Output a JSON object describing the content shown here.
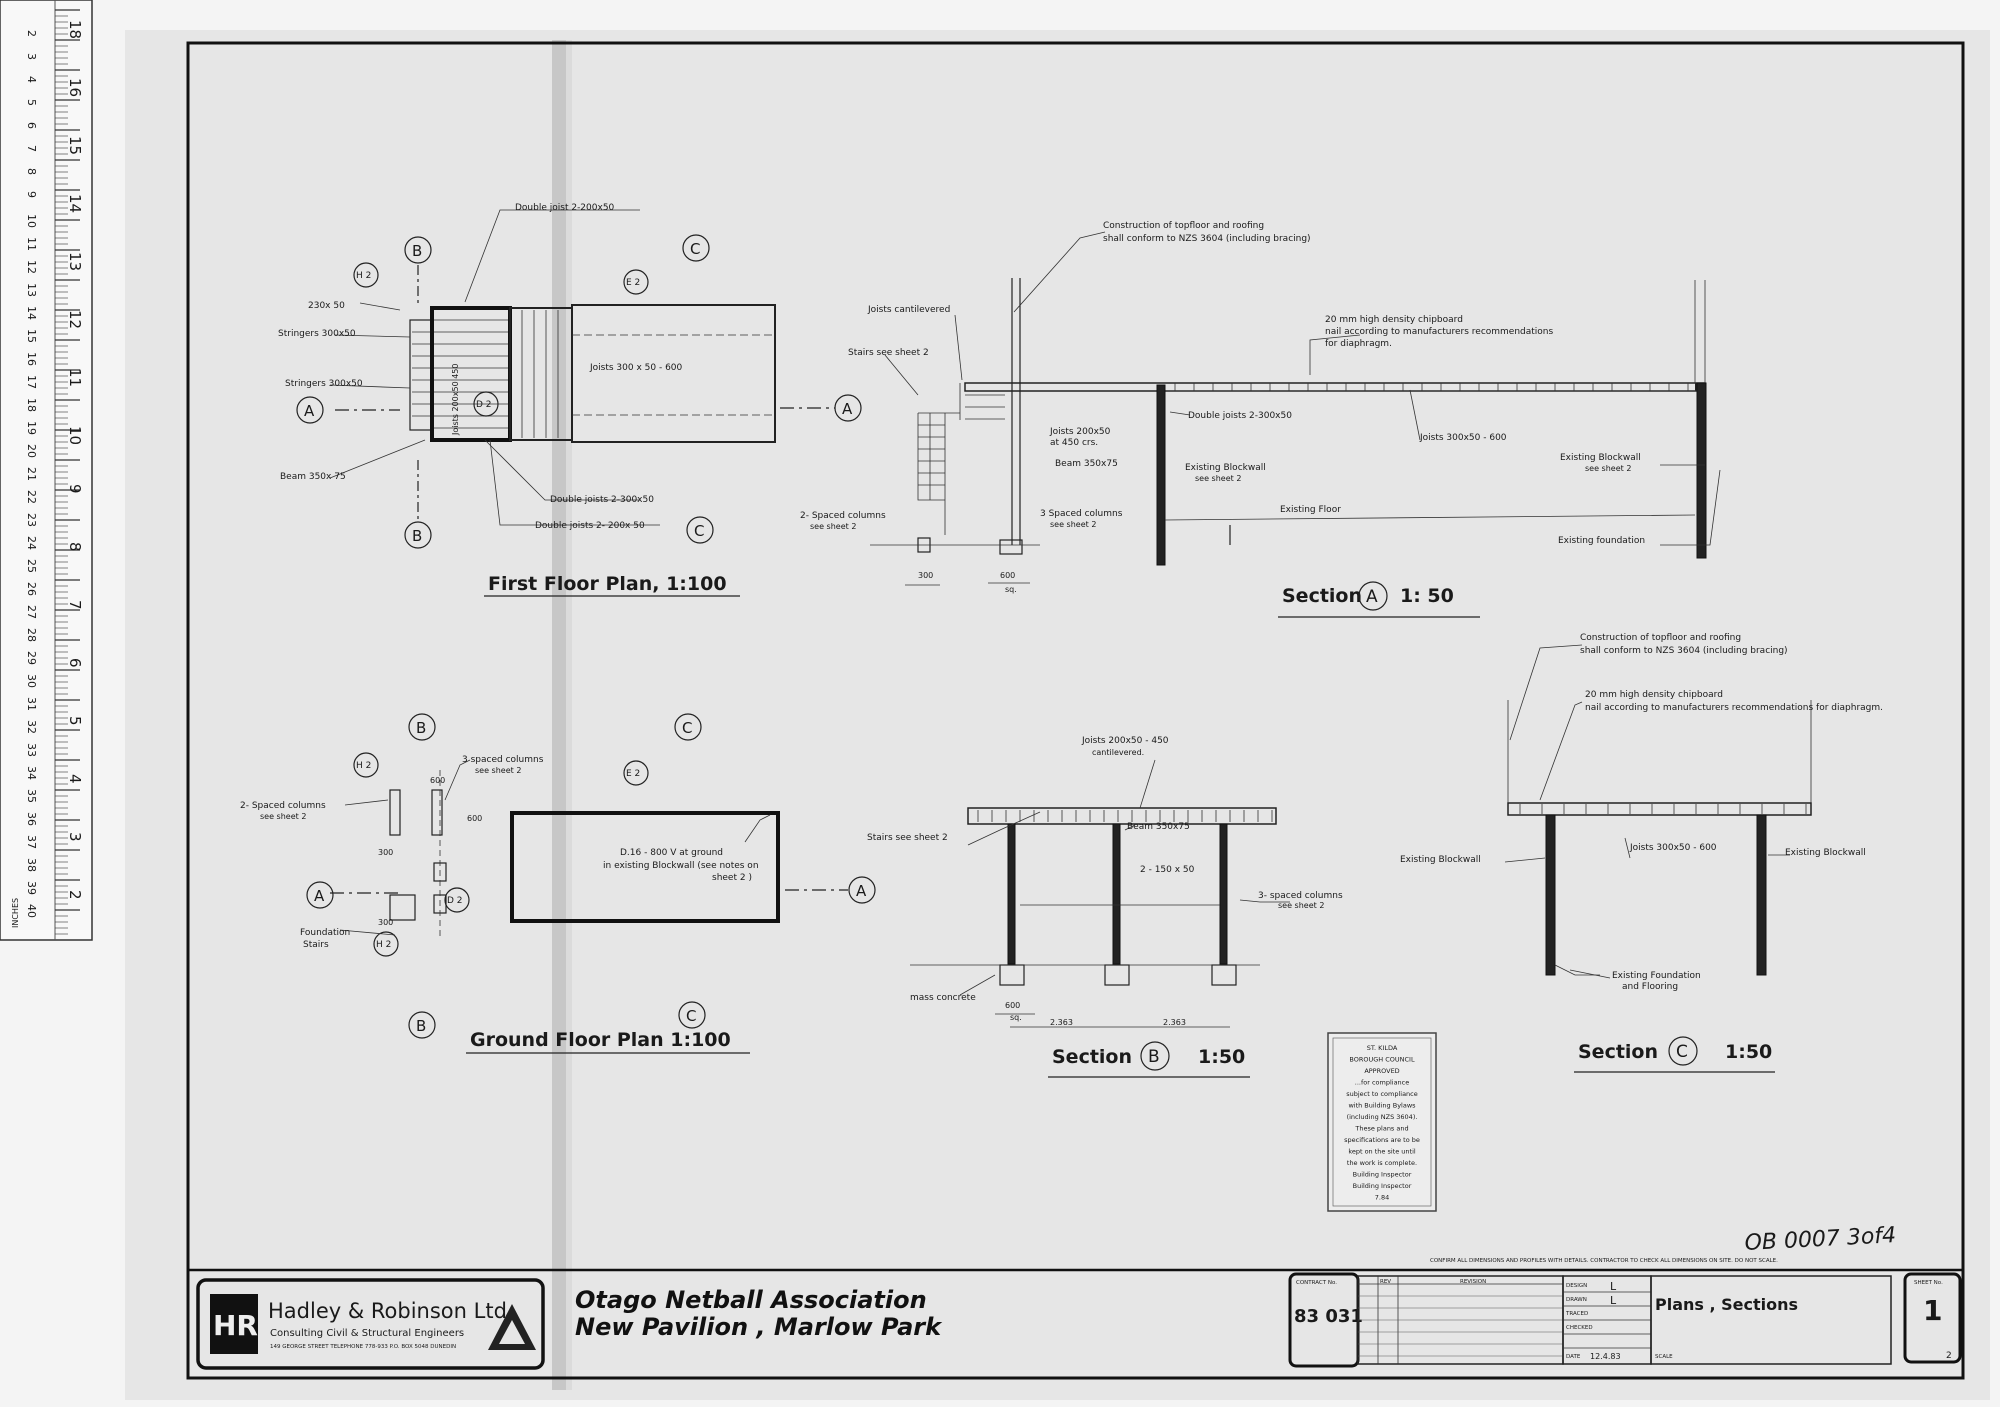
{
  "ruler": {
    "cm_labels": [
      "18",
      "16",
      "15",
      "14",
      "13",
      "12",
      "11",
      "10",
      "9",
      "8",
      "7",
      "6",
      "5",
      "4",
      "3",
      "2"
    ],
    "mm_labels": [
      "2",
      "3",
      "4",
      "5",
      "6",
      "7",
      "8",
      "9",
      "10",
      "11",
      "12",
      "13",
      "14",
      "15",
      "16",
      "17",
      "18",
      "19",
      "20",
      "21",
      "22",
      "23",
      "24",
      "25",
      "26",
      "27",
      "28",
      "29",
      "30",
      "31",
      "32",
      "33",
      "34",
      "35",
      "36",
      "37",
      "38",
      "39",
      "40"
    ],
    "unit_label": "INCHES"
  },
  "first_floor_plan": {
    "title": "First Floor Plan, 1:100",
    "labels": {
      "double_joist_top": "Double joist 2-200x50",
      "size_230": "230x 50",
      "stringers_1": "Stringers 300x50",
      "stringers_2": "Stringers 300x50",
      "beam": "Beam 350x 75",
      "joists": "Joists 300 x 50 - 600",
      "joists_vertical": "Joists 200x50 450",
      "double_joists_1": "Double joists 2-300x50",
      "double_joists_2": "Double joists 2- 200x 50"
    },
    "markers": {
      "a": "A",
      "b": "B",
      "c": "C",
      "h2": "H 2",
      "e2": "E 2",
      "d2": "D 2"
    }
  },
  "section_a": {
    "title": "Section",
    "marker": "A",
    "scale": "1: 50",
    "labels": {
      "construction_1": "Construction of topfloor and roofing",
      "construction_2": "shall conform to NZS 3604 (including bracing)",
      "chipboard_1": "20 mm high density chipboard",
      "chipboard_2": "nail according to manufacturers recommendations",
      "chipboard_3": "for diaphragm.",
      "joists_cantilevered": "Joists cantilevered",
      "stairs": "Stairs see sheet 2",
      "joists_200": "Joists 200x50",
      "at_450": "at 450 crs.",
      "beam": "Beam 350x75",
      "double_joists": "Double joists 2-300x50",
      "joists_300": "Joists 300x50 - 600",
      "existing_blockwall_1": "Existing Blockwall",
      "see_sheet_1": "see sheet 2",
      "existing_blockwall_2": "Existing Blockwall",
      "see_sheet_2": "see sheet 2",
      "existing_floor": "Existing Floor",
      "existing_foundation": "Existing foundation",
      "spaced_columns_1": "2- Spaced columns",
      "spaced_columns_1b": "see sheet 2",
      "spaced_columns_2": "3 Spaced columns",
      "spaced_columns_2b": "see sheet 2",
      "dim_300": "300",
      "dim_600": "600",
      "dim_sq": "sq."
    }
  },
  "ground_floor_plan": {
    "title": "Ground Floor Plan 1:100",
    "labels": {
      "spaced_columns_3": "3 spaced columns",
      "see_sheet_3": "see sheet 2",
      "spaced_columns_2": "2- Spaced columns",
      "see_sheet_2": "see sheet 2",
      "dim_600a": "600",
      "dim_600b": "600",
      "dim_300a": "300",
      "dim_300b": "300",
      "foundation": "Foundation",
      "stairs": "Stairs",
      "note_1": "D.16 - 800 V at ground",
      "note_2": "in existing Blockwall (see notes on",
      "note_3": "sheet 2 )"
    },
    "markers": {
      "a": "A",
      "b": "B",
      "c": "C",
      "h2": "H 2",
      "e2": "E 2",
      "d2": "D 2"
    }
  },
  "section_b": {
    "title": "Section",
    "marker": "B",
    "scale": "1:50",
    "labels": {
      "joists": "Joists 200x50 - 450",
      "cantilevered": "cantilevered.",
      "stairs": "Stairs see sheet 2",
      "beam": "Beam 350x75",
      "members": "2 - 150 x 50",
      "spaced_columns": "3- spaced columns",
      "see_sheet": "see sheet 2",
      "mass_concrete": "mass concrete",
      "dim_600": "600",
      "dim_sq": "sq.",
      "dim_2363a": "2.363",
      "dim_2363b": "2.363"
    }
  },
  "section_c": {
    "title": "Section",
    "marker": "C",
    "scale": "1:50",
    "labels": {
      "construction_1": "Construction of topfloor and roofing",
      "construction_2": "shall conform to NZS 3604 (including bracing)",
      "chipboard_1": "20 mm high density chipboard",
      "chipboard_2": "nail according to manufacturers recommendations for diaphragm.",
      "joists": "Joists 300x50 - 600",
      "existing_blockwall_l": "Existing Blockwall",
      "existing_blockwall_r": "Existing Blockwall",
      "foundation_1": "Existing Foundation",
      "foundation_2": "and Flooring"
    }
  },
  "stamp": {
    "lines": [
      "ST. KILDA",
      "BOROUGH COUNCIL",
      "APPROVED",
      "...for compliance",
      "subject to compliance",
      "with Building Bylaws",
      "(including NZS 3604).",
      "These plans and",
      "specifications are to be",
      "kept on the site until",
      "the work is complete.",
      "Building Inspector",
      "Building Inspector",
      "7.84"
    ]
  },
  "handwritten_ref": "OB 0007 3of4",
  "title_block": {
    "firm_name": "Hadley & Robinson Ltd.",
    "firm_subtitle": "Consulting Civil & Structural Engineers",
    "firm_address": "149 GEORGE STREET TELEPHONE 778-933 P.O. BOX 5048 DUNEDIN",
    "logo_letters": "HR",
    "project_line1": "Otago Netball Association",
    "project_line2": "New Pavilion , Marlow Park",
    "contract_label": "CONTRACT No.",
    "contract_no": "83 031",
    "rev_label": "REV",
    "revision_label": "REVISION",
    "design_label": "DESIGN",
    "design_val": "L",
    "drawn_label": "DRAWN",
    "drawn_val": "L",
    "traced_label": "TRACED",
    "checked_label": "CHECKED",
    "date_label": "DATE",
    "date_val": "12.4.83",
    "scale_label": "SCALE",
    "sheet_title": "Plans , Sections",
    "sheet_label": "SHEET No.",
    "sheet_no": "1",
    "sheet_of": "2",
    "confirm_note": "CONFIRM ALL DIMENSIONS AND PROFILES WITH DETAILS. CONTRACTOR TO CHECK ALL DIMENSIONS ON SITE. DO NOT SCALE."
  }
}
